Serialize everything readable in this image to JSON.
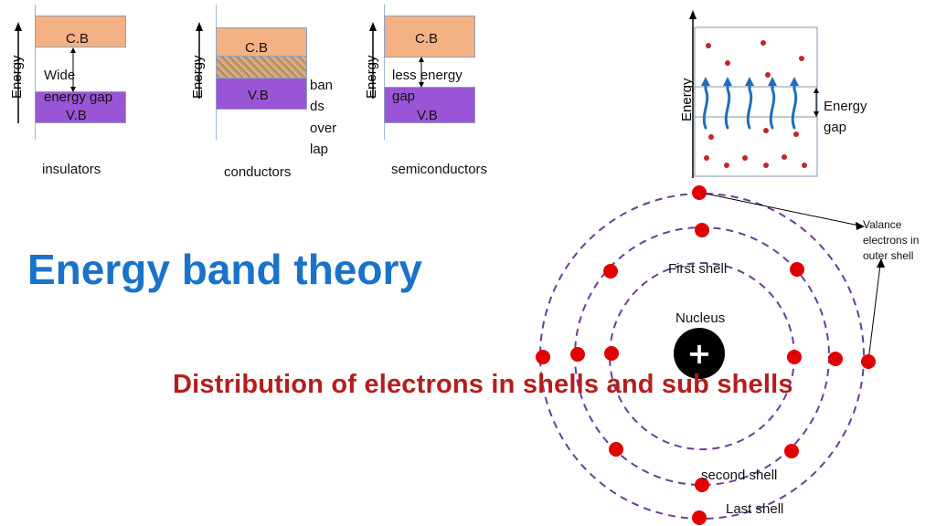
{
  "axis_label": "Energy",
  "insulators": {
    "cb": "C.B",
    "gap_line1": "Wide",
    "gap_line2": "energy gap",
    "vb": "V.B",
    "caption": "insulators"
  },
  "conductors": {
    "cb": "C.B",
    "vb": "V.B",
    "note": [
      "ban",
      "ds",
      "over",
      "lap"
    ],
    "caption": "conductors"
  },
  "semiconductors": {
    "cb": "C.B",
    "gap_line1": "less energy",
    "gap_line2": "gap",
    "vb": "V.B",
    "caption": "semiconductors"
  },
  "band_diagram": {
    "axis_label": "Energy",
    "gap_label_1": "Energy",
    "gap_label_2": "gap"
  },
  "title": "Energy band theory",
  "subtitle": "Distribution of electrons in shells and sub shells",
  "atom": {
    "nucleus_label": "Nucleus",
    "nucleus_symbol": "+",
    "first_shell": "First shell",
    "second_shell": "second shell",
    "last_shell": "Last shell",
    "valence_label": [
      "Valance",
      "electrons in",
      "outer shell"
    ]
  },
  "colors": {
    "title": "#1a73c9",
    "subtitle": "#b51d1d",
    "conduction_band": "#f4b183",
    "valence_band": "#9a55d6",
    "electron": "#e00000",
    "shell": "#6a3e96"
  }
}
